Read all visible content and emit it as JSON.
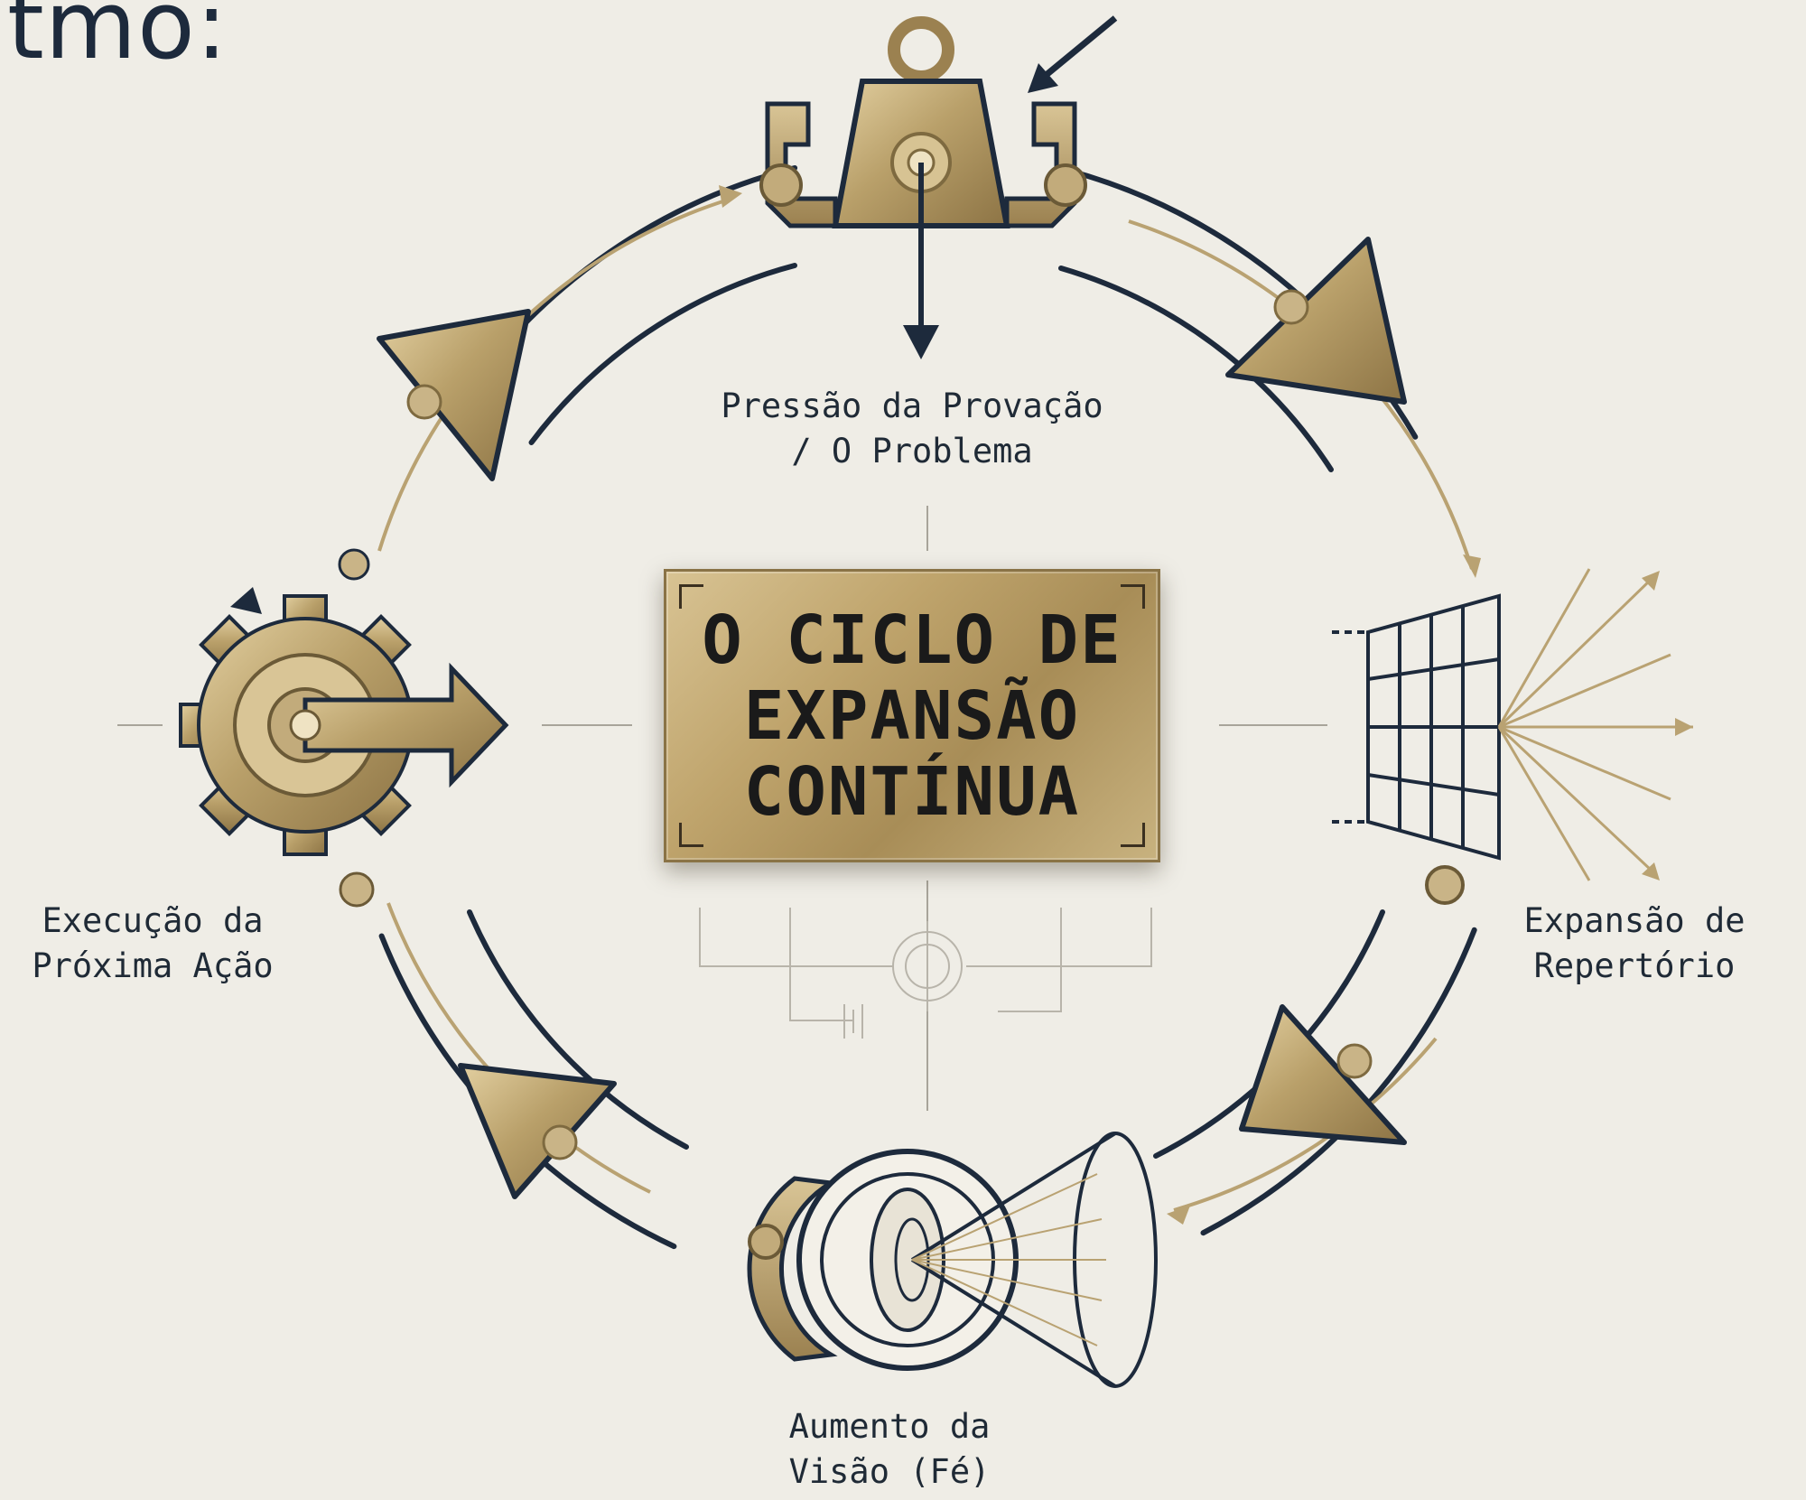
{
  "header": {
    "partial_title": "tmo:"
  },
  "center": {
    "lines": [
      "O CICLO DE",
      "EXPANSÃO",
      "CONTÍNUA"
    ]
  },
  "stages": {
    "top": {
      "lines": [
        "Pressão da Provação",
        "/ O Problema"
      ],
      "icon": "weight-icon"
    },
    "right": {
      "lines": [
        "Expansão de",
        "Repertório"
      ],
      "icon": "grid-icon"
    },
    "bottom": {
      "lines": [
        "Aumento da",
        "Visão (Fé)"
      ],
      "icon": "lens-icon"
    },
    "left": {
      "lines": [
        "Execução da",
        "Próxima Ação"
      ],
      "icon": "gear-icon"
    }
  },
  "colors": {
    "navy": "#1d2a3c",
    "brass": "#b59b64",
    "brass_dark": "#8a7346",
    "background": "#efede6"
  }
}
